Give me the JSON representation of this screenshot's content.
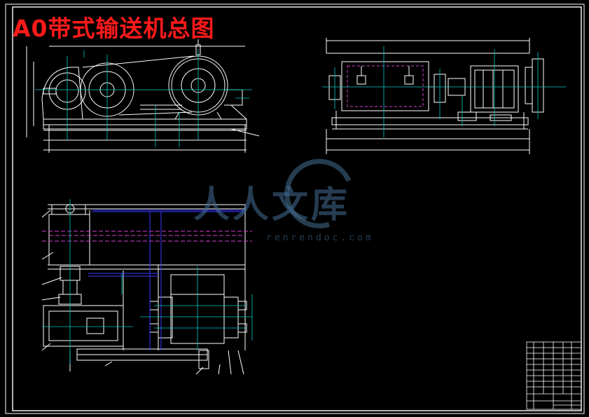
{
  "drawing": {
    "title": "A0带式输送机总图",
    "watermark": {
      "text": "人人文库",
      "url": "renrendoc.com"
    },
    "colors": {
      "background": "#000000",
      "title": "#ff1a1a",
      "outline": "#ffffff",
      "centerline": "#00c8c8",
      "hidden": "#3a3aff",
      "phantom": "#d040d0",
      "watermark": "#46708f"
    }
  }
}
